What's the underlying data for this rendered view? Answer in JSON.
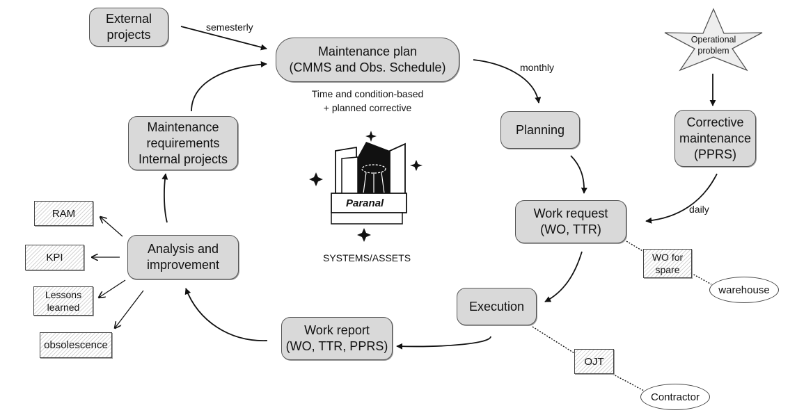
{
  "diagram": {
    "nodes": {
      "external_projects": [
        "External",
        "projects"
      ],
      "maintenance_plan": [
        "Maintenance plan",
        "(CMMS and Obs. Schedule)"
      ],
      "maintenance_requirements": [
        "Maintenance",
        "requirements",
        "Internal projects"
      ],
      "planning": "Planning",
      "operational_problem": [
        "Operational",
        "problem"
      ],
      "corrective_maintenance": [
        "Corrective",
        "maintenance",
        "(PPRS)"
      ],
      "work_request": [
        "Work request",
        "(WO, TTR)"
      ],
      "wo_for_spare": [
        "WO for",
        "spare"
      ],
      "warehouse": "warehouse",
      "execution": "Execution",
      "ojt": "OJT",
      "contractor": "Contractor",
      "work_report": [
        "Work report",
        "(WO, TTR, PPRS)"
      ],
      "analysis": [
        "Analysis and",
        "improvement"
      ],
      "ram": "RAM",
      "kpi": "KPI",
      "lessons_learned": [
        "Lessons",
        "learned"
      ],
      "obsolescence": "obsolescence"
    },
    "edge_labels": {
      "semesterly": "semesterly",
      "monthly": "monthly",
      "daily": "daily"
    },
    "plan_note": [
      "Time and condition-based",
      "+ planned corrective"
    ],
    "center": {
      "logo_text": "Paranal",
      "caption": "SYSTEMS/ASSETS"
    }
  }
}
